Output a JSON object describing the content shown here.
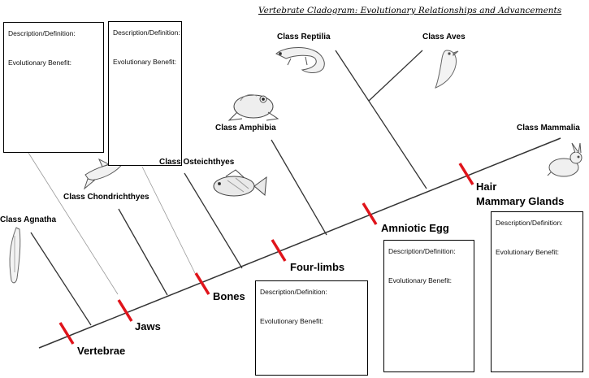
{
  "title": "Vertebrate Cladogram: Evolutionary Relationships and Advancements",
  "box_labels": {
    "description": "Description/Definition:",
    "benefit": "Evolutionary Benefit:"
  },
  "classes": [
    {
      "id": "agnatha",
      "name": "Class Agnatha",
      "animal": "lamprey"
    },
    {
      "id": "chondrichthyes",
      "name": "Class Chondrichthyes",
      "animal": "shark"
    },
    {
      "id": "osteichthyes",
      "name": "Class Osteichthyes",
      "animal": "bony-fish"
    },
    {
      "id": "amphibia",
      "name": "Class Amphibia",
      "animal": "frog"
    },
    {
      "id": "reptilia",
      "name": "Class Reptilia",
      "animal": "lizard"
    },
    {
      "id": "aves",
      "name": "Class Aves",
      "animal": "bird"
    },
    {
      "id": "mammalia",
      "name": "Class Mammalia",
      "animal": "rabbit"
    }
  ],
  "traits": [
    "Vertebrae",
    "Jaws",
    "Bones",
    "Four-limbs",
    "Amniotic Egg",
    "Hair",
    "Mammary Glands"
  ],
  "colors": {
    "trait_marker": "#e0141b",
    "line": "#333333",
    "box_border": "#000000"
  }
}
